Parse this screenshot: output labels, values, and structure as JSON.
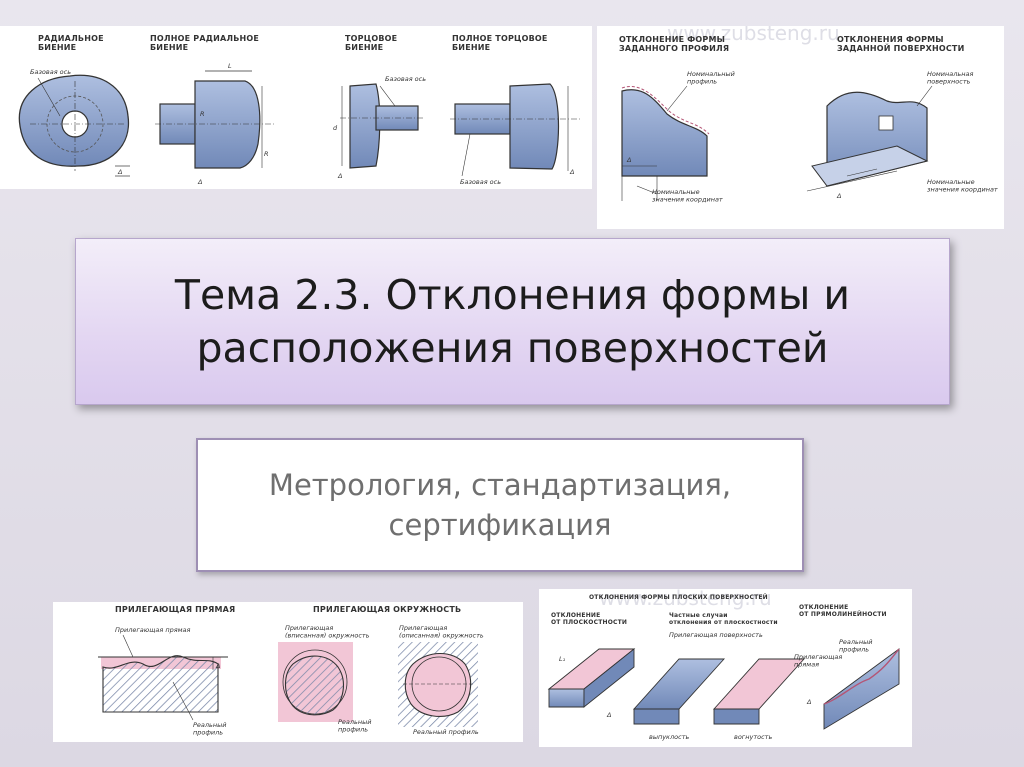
{
  "slide": {
    "title_line1": "Тема 2.3. Отклонения формы и",
    "title_line2": "расположения поверхностей",
    "subtitle_line1": "Метрология, стандартизация,",
    "subtitle_line2": "сертификация"
  },
  "top_left_panel": {
    "captions": [
      "РАДИАЛЬНОЕ\nБИЕНИЕ",
      "ПОЛНОЕ РАДИАЛЬНОЕ\nБИЕНИЕ",
      "ТОРЦОВОЕ\nБИЕНИЕ",
      "ПОЛНОЕ ТОРЦОВОЕ\nБИЕНИЕ"
    ],
    "labels": {
      "base_axis_1": "Базовая ось",
      "base_axis_2": "Базовая ось",
      "base_axis_3": "Базовая ось",
      "delta": "Δ",
      "length": "L",
      "radius_r": "R",
      "diameter": "d"
    }
  },
  "top_right_panel": {
    "watermark": "www.zubsteng.ru",
    "captions": [
      "ОТКЛОНЕНИЕ ФОРМЫ\nЗАДАННОГО ПРОФИЛЯ",
      "ОТКЛОНЕНИЯ ФОРМЫ\nЗАДАННОЙ ПОВЕРХНОСТИ"
    ],
    "labels": {
      "nominal_profile": "Номинальный\nпрофиль",
      "nominal_surface": "Номинальная\nповерхность",
      "nominal_contour": "Номинальные\nзначения координат",
      "nominal_contour_2": "Номинальные\nзначения координат",
      "delta": "Δ"
    }
  },
  "bottom_left_panel": {
    "captions": [
      "ПРИЛЕГАЮЩАЯ ПРЯМАЯ",
      "ПРИЛЕГАЮЩАЯ ОКРУЖНОСТЬ"
    ],
    "labels": {
      "adjacent_line": "Прилегающая прямая",
      "inscribed_circle": "Прилегающая\n(вписанная) окружность",
      "described_circle": "Прилегающая\n(описанная) окружность",
      "real_profile_1": "Реальный\nпрофиль",
      "real_profile_2": "Реальный\nпрофиль",
      "real_profile_3": "Реальный профиль",
      "delta": "Δ"
    }
  },
  "bottom_right_panel": {
    "watermark": "www.zubsteng.ru",
    "captions": [
      "ОТКЛОНЕНИЕ\nОТ ПЛОСКОСТНОСТИ",
      "ОТКЛОНЕНИЯ ФОРМЫ ПЛОСКИХ ПОВЕРХНОСТЕЙ",
      "Частные случаи\nотклонения от плоскостности",
      "ОТКЛОНЕНИЕ\nОТ ПРЯМОЛИНЕЙНОСТИ"
    ],
    "labels": {
      "adjacent_surface": "Прилегающая поверхность",
      "convexity": "выпуклость",
      "concavity": "вогнутость",
      "adjacent_line": "Прилегающая\nпрямая",
      "real_profile": "Реальный\nпрофиль",
      "delta": "Δ",
      "l1": "L₁"
    }
  },
  "colors": {
    "part_fill": "#8fa6cf",
    "part_dark": "#5e77a6",
    "pink": "#f2c6d6",
    "hatch": "#7a88a8"
  }
}
